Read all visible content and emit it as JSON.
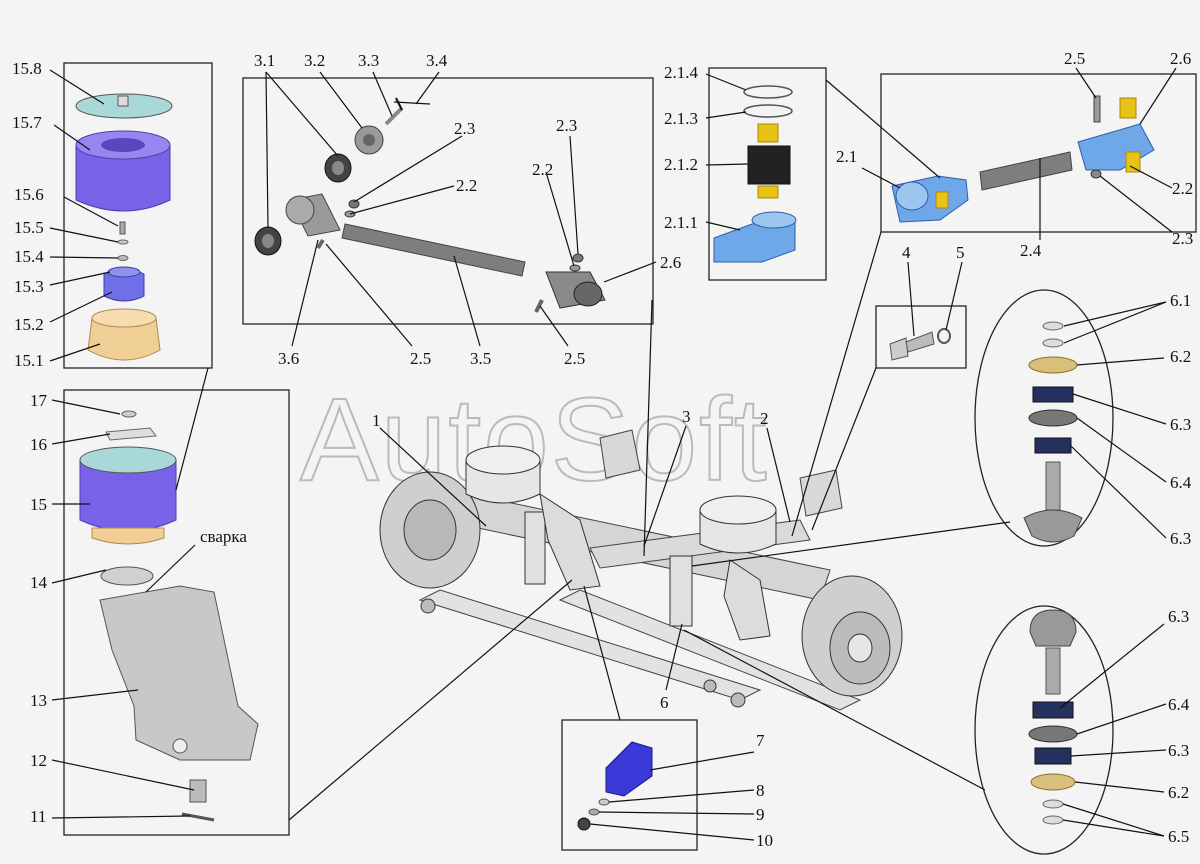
{
  "watermark": "AutoSoft",
  "weld_note": "сварка",
  "labels": {
    "l15_8": "15.8",
    "l15_7": "15.7",
    "l15_6": "15.6",
    "l15_5": "15.5",
    "l15_4": "15.4",
    "l15_3": "15.3",
    "l15_2": "15.2",
    "l15_1": "15.1",
    "l17": "17",
    "l16": "16",
    "l15": "15",
    "l14": "14",
    "l13": "13",
    "l12": "12",
    "l11": "11",
    "l3_1": "3.1",
    "l3_2": "3.2",
    "l3_3": "3.3",
    "l3_4": "3.4",
    "l2_3a": "2.3",
    "l2_2a": "2.2",
    "l2_2b": "2.2",
    "l2_3b": "2.3",
    "l2_6a": "2.6",
    "l3_6": "3.6",
    "l2_5a": "2.5",
    "l3_5": "3.5",
    "l2_5b": "2.5",
    "l2_1_4": "2.1.4",
    "l2_1_3": "2.1.3",
    "l2_1_2": "2.1.2",
    "l2_1_1": "2.1.1",
    "l2_1": "2.1",
    "l2_5c": "2.5",
    "l2_6b": "2.6",
    "l2_2c": "2.2",
    "l2_3c": "2.3",
    "l2_4": "2.4",
    "l4": "4",
    "l5": "5",
    "l1": "1",
    "l3": "3",
    "l2": "2",
    "l6": "6",
    "l6_1": "6.1",
    "l6_2a": "6.2",
    "l6_3a": "6.3",
    "l6_4a": "6.4",
    "l6_3b": "6.3",
    "l6_3c": "6.3",
    "l6_4b": "6.4",
    "l6_3d": "6.3",
    "l6_2b": "6.2",
    "l6_5": "6.5",
    "l7": "7",
    "l8": "8",
    "l9": "9",
    "l10": "10"
  },
  "colors": {
    "blue": "#7f8ff0",
    "violet": "#7a62e8",
    "tan": "#f0cf96",
    "yellow": "#e8c214",
    "lightblue": "#6fa8e8",
    "teal": "#a8d8d8",
    "navy": "#24305e",
    "gray": "#a8a8a8",
    "dark": "#333333",
    "gold": "#d9c07a"
  }
}
